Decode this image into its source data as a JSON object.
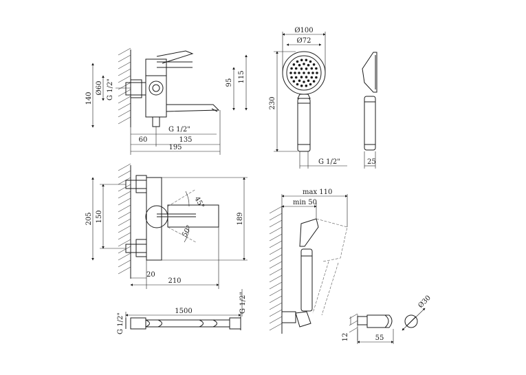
{
  "drawings": {
    "mixer_side": {
      "dims": {
        "height_140": "140",
        "diam_60": "Ø60",
        "thread_left": "G 1/2\"",
        "thread_bottom": "G 1/2\"",
        "w_60": "60",
        "w_135": "135",
        "w_195": "195",
        "h_95": "95",
        "h_115": "115"
      }
    },
    "hand_shower_front": {
      "dims": {
        "diam_100": "Ø100",
        "diam_72": "Ø72",
        "height_230": "230",
        "thread": "G 1/2\""
      }
    },
    "hand_shower_side": {
      "dims": {
        "thickness_25": "25"
      }
    },
    "mixer_top": {
      "dims": {
        "h_205": "205",
        "h_150": "150",
        "w_20": "20",
        "w_210": "210",
        "h_189": "189",
        "angle_45": "45°",
        "angle_50": "50°"
      }
    },
    "holder_adjust": {
      "dims": {
        "max_110": "max 110",
        "min_50": "min 50"
      }
    },
    "hose": {
      "dims": {
        "length_1500": "1500",
        "thread_left": "G 1/2\"",
        "thread_right": "G 1/2\""
      }
    },
    "wall_holder": {
      "dims": {
        "h_12": "12",
        "w_55": "55",
        "diam_30": "Ø30"
      }
    }
  }
}
